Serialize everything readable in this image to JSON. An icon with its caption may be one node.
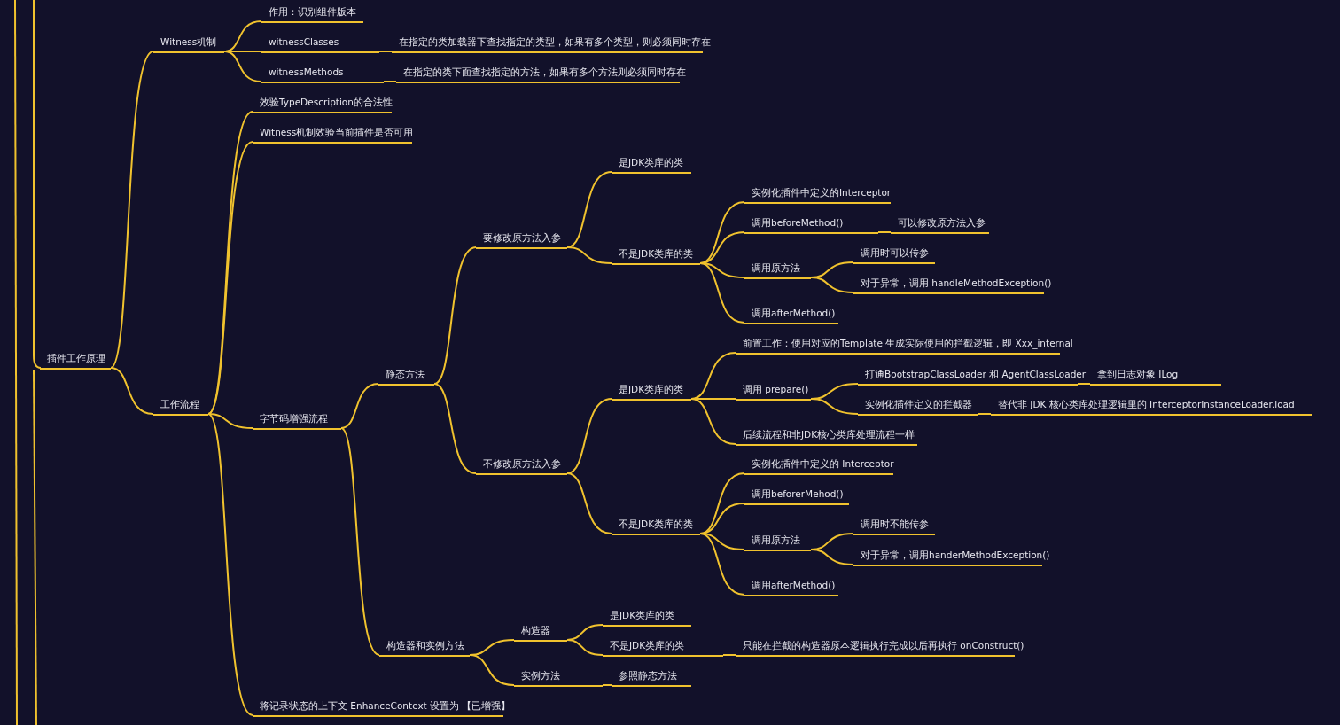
{
  "diagram": {
    "nodes": [
      {
        "text": [
          "插件工作原理"
        ]
      },
      {
        "text": [
          "Witness机制"
        ]
      },
      {
        "text": [
          "作用：识别组件版本"
        ]
      },
      {
        "text": [
          "witnessClasses"
        ]
      },
      {
        "text": [
          "在指定的类加载器下查找指定的类型，如果有多个类型，则必须同时存在"
        ]
      },
      {
        "text": [
          "witnessMethods"
        ]
      },
      {
        "text": [
          "在指定的类下面查找指定的方法，如果有多个方法则必须同时存在"
        ]
      },
      {
        "text": [
          "工作流程"
        ]
      },
      {
        "text": [
          "效验TypeDescription的合法性"
        ]
      },
      {
        "text": [
          "Witness机制效验当前插件是否可用"
        ]
      },
      {
        "text": [
          "字节码增强流程"
        ]
      },
      {
        "text": [
          "静态方法"
        ]
      },
      {
        "text": [
          "要修改原方法入参"
        ]
      },
      {
        "text": [
          "是JDK类库的类"
        ]
      },
      {
        "text": [
          "不是JDK类库的类"
        ]
      },
      {
        "text": [
          "实例化插件中定义的Interceptor"
        ]
      },
      {
        "text": [
          "调用beforeMethod()"
        ]
      },
      {
        "text": [
          "可以修改原方法入参"
        ]
      },
      {
        "text": [
          "调用原方法"
        ]
      },
      {
        "text": [
          "调用时可以传参"
        ]
      },
      {
        "text": [
          "对于异常，调用 handleMethodException()"
        ]
      },
      {
        "text": [
          "调用afterMethod()"
        ]
      },
      {
        "text": [
          "不修改原方法入参"
        ]
      },
      {
        "text": [
          "是JDK类库的类"
        ]
      },
      {
        "text": [
          "前置工作：使用对应的Template 生成实际使用的拦截逻辑，即 Xxx_internal"
        ]
      },
      {
        "text": [
          "调用 prepare()"
        ]
      },
      {
        "text": [
          "打通BootstrapClassLoader 和 AgentClassLoader"
        ]
      },
      {
        "text": [
          "拿到日志对象 ILog"
        ]
      },
      {
        "text": [
          "实例化插件定义的拦截器"
        ]
      },
      {
        "text": [
          "替代非 JDK 核心类库处理逻辑里的 InterceptorInstanceLoader.load"
        ]
      },
      {
        "text": [
          "后续流程和非JDK核心类库处理流程一样"
        ]
      },
      {
        "text": [
          "不是JDK类库的类"
        ]
      },
      {
        "text": [
          "实例化插件中定义的 Interceptor"
        ]
      },
      {
        "text": [
          "调用beforerMehod()"
        ]
      },
      {
        "text": [
          "调用原方法"
        ]
      },
      {
        "text": [
          "调用时不能传参"
        ]
      },
      {
        "text": [
          "对于异常，调用handerMethodException()"
        ]
      },
      {
        "text": [
          "调用afterMethod()"
        ]
      },
      {
        "text": [
          "构造器和实例方法"
        ]
      },
      {
        "text": [
          "构造器"
        ]
      },
      {
        "text": [
          "是JDK类库的类"
        ]
      },
      {
        "text": [
          "不是JDK类库的类"
        ]
      },
      {
        "text": [
          "只能在拦截的构造器原本逻辑执行完成以后再执行 onConstruct()"
        ]
      },
      {
        "text": [
          "实例方法"
        ]
      },
      {
        "text": [
          "参照静态方法"
        ]
      },
      {
        "text": [
          "将记录状态的上下文 EnhanceContext 设置为 【已增强】"
        ]
      }
    ],
    "edges": [
      {
        "from": null,
        "to": 0,
        "arrow": "none"
      },
      {
        "from": 0,
        "to": 1,
        "arrow": "none"
      },
      {
        "from": 1,
        "to": 2,
        "arrow": "none"
      },
      {
        "from": 1,
        "to": 3,
        "arrow": "none"
      },
      {
        "from": 1,
        "to": 5,
        "arrow": "none"
      },
      {
        "from": 3,
        "to": 4,
        "arrow": "none"
      },
      {
        "from": 5,
        "to": 6,
        "arrow": "none"
      },
      {
        "from": 0,
        "to": 7,
        "arrow": "none"
      },
      {
        "from": 7,
        "to": 8,
        "arrow": "none"
      },
      {
        "from": 7,
        "to": 9,
        "arrow": "none"
      },
      {
        "from": 7,
        "to": 10,
        "arrow": "none"
      },
      {
        "from": 7,
        "to": 45,
        "arrow": "none"
      },
      {
        "from": 10,
        "to": 11,
        "arrow": "none"
      },
      {
        "from": 10,
        "to": 38,
        "arrow": "none"
      },
      {
        "from": 11,
        "to": 12,
        "arrow": "none"
      },
      {
        "from": 11,
        "to": 22,
        "arrow": "none"
      },
      {
        "from": 12,
        "to": 13,
        "arrow": "none"
      },
      {
        "from": 12,
        "to": 14,
        "arrow": "none"
      },
      {
        "from": 14,
        "to": 15,
        "arrow": "none"
      },
      {
        "from": 14,
        "to": 16,
        "arrow": "none"
      },
      {
        "from": 14,
        "to": 18,
        "arrow": "none"
      },
      {
        "from": 14,
        "to": 21,
        "arrow": "none"
      },
      {
        "from": 16,
        "to": 17,
        "arrow": "none"
      },
      {
        "from": 18,
        "to": 19,
        "arrow": "none"
      },
      {
        "from": 18,
        "to": 20,
        "arrow": "none"
      },
      {
        "from": 22,
        "to": 23,
        "arrow": "none"
      },
      {
        "from": 22,
        "to": 31,
        "arrow": "none"
      },
      {
        "from": 23,
        "to": 24,
        "arrow": "none"
      },
      {
        "from": 23,
        "to": 25,
        "arrow": "none"
      },
      {
        "from": 23,
        "to": 30,
        "arrow": "none"
      },
      {
        "from": 25,
        "to": 26,
        "arrow": "none"
      },
      {
        "from": 25,
        "to": 28,
        "arrow": "none"
      },
      {
        "from": 26,
        "to": 27,
        "arrow": "none"
      },
      {
        "from": 28,
        "to": 29,
        "arrow": "none"
      },
      {
        "from": 31,
        "to": 32,
        "arrow": "none"
      },
      {
        "from": 31,
        "to": 33,
        "arrow": "none"
      },
      {
        "from": 31,
        "to": 34,
        "arrow": "none"
      },
      {
        "from": 31,
        "to": 37,
        "arrow": "none"
      },
      {
        "from": 34,
        "to": 35,
        "arrow": "none"
      },
      {
        "from": 34,
        "to": 36,
        "arrow": "none"
      },
      {
        "from": 38,
        "to": 39,
        "arrow": "none"
      },
      {
        "from": 38,
        "to": 43,
        "arrow": "none"
      },
      {
        "from": 39,
        "to": 40,
        "arrow": "none"
      },
      {
        "from": 39,
        "to": 41,
        "arrow": "none"
      },
      {
        "from": 41,
        "to": 42,
        "arrow": "none"
      },
      {
        "from": 43,
        "to": 44,
        "arrow": "none"
      }
    ]
  }
}
